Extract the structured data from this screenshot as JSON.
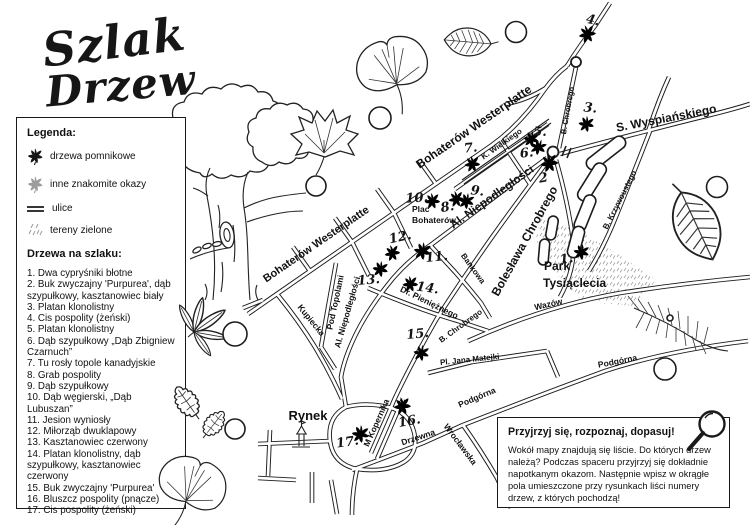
{
  "title": {
    "line1": "Szlak",
    "line2": "Drzew"
  },
  "legend": {
    "heading": "Legenda:",
    "items": [
      {
        "icon": "dark-leaf-icon",
        "label": "drzewa pomnikowe"
      },
      {
        "icon": "gray-leaf-icon",
        "label": "inne znakomite okazy"
      },
      {
        "icon": "double-line-icon",
        "label": "ulice"
      },
      {
        "icon": "stipple-icon",
        "label": "tereny zielone"
      }
    ],
    "trail_heading": "Drzewa na szlaku:",
    "trail_items": [
      "1. Dwa cypryśniki błotne",
      "2. Buk zwyczajny 'Purpurea', dąb szypułkowy, kasztanowiec biały",
      "3. Platan klonolistny",
      "4. Cis pospolity (żeński)",
      "5. Platan klonolistny",
      "6. Dąb szypułkowy „Dąb Zbigniew Czarnuch”",
      "7. Tu rosły topole kanadyjskie",
      "8. Grab pospolity",
      "9. Dąb szypułkowy",
      "10. Dąb węgierski, „Dąb Lubuszan”",
      "11. Jesion wyniosły",
      "12. Miłorząb dwuklapowy",
      "13. Kasztanowiec czerwony",
      "14. Platan klonolistny, dąb szypułkowy, kasztanowiec czerwony",
      "15. Buk zwyczajny 'Purpurea'",
      "16. Bluszcz pospolity (pnącze)",
      "17. Cis pospolity (żeński)"
    ]
  },
  "map": {
    "streets": {
      "westerplatte": "Bohaterów Westerplatte",
      "niepodleglosci": "Al. Niepodległości",
      "chrobrego_full": "Bolesława Chrobrego",
      "chrobrego_short": "B. Chrobrego",
      "wyspianskiego": "S. Wyspiańskiego",
      "wielkiego": "K. Wielkiego",
      "bankowa": "Bankowa",
      "pieniezengo": "Dr. Pieniężnego",
      "kupiecka": "Kupiecka",
      "pod_topolami": "Pod Topolami",
      "kopernika": "M Kopernika",
      "drzewna": "Drzewna",
      "wroclawska": "Wrocławska",
      "podgorna": "Podgórna",
      "wazow": "Wazów",
      "matejki": "Pl. Jana Matejki",
      "krzywoustego": "B. Krzywoustego"
    },
    "places": {
      "plac_bohaterow_line1": "Plac",
      "plac_bohaterow_line2": "Bohaterów",
      "park_line1": "Park",
      "park_line2": "Tysiąclecia",
      "rynek": "Rynek"
    },
    "markers": [
      {
        "num": "1.",
        "type": "pomnikowe"
      },
      {
        "num": "2",
        "type": "inne"
      },
      {
        "num": "3.",
        "type": "pomnikowe"
      },
      {
        "num": "4.",
        "type": "pomnikowe"
      },
      {
        "num": "5.",
        "type": "pomnikowe"
      },
      {
        "num": "6.",
        "type": "pomnikowe"
      },
      {
        "num": "7.",
        "type": "inne"
      },
      {
        "num": "8.",
        "type": "pomnikowe"
      },
      {
        "num": "9.",
        "type": "pomnikowe"
      },
      {
        "num": "10.",
        "type": "pomnikowe"
      },
      {
        "num": "11.",
        "type": "pomnikowe"
      },
      {
        "num": "12.",
        "type": "inne"
      },
      {
        "num": "13.",
        "type": "inne"
      },
      {
        "num": "14.",
        "type": "inne"
      },
      {
        "num": "15.",
        "type": "inne"
      },
      {
        "num": "16.",
        "type": "pomnikowe"
      },
      {
        "num": "17.",
        "type": "pomnikowe"
      }
    ],
    "decorations": [
      "tree-sketch",
      "maple-leaf",
      "ginkgo-leaf-top",
      "beech-leaf",
      "hornbeam-leaf",
      "yew-branch",
      "horse-chestnut-leaf",
      "oak-leaves",
      "ginkgo-leaf-bottom",
      "answer-circles",
      "church-icon",
      "magnifier-icon"
    ]
  },
  "task_box": {
    "heading": "Przyjrzyj się, rozpoznaj, dopasuj!",
    "body": "Wokół mapy znajdują się liście. Do których drzew należą? Podczas spaceru przyjrzyj się dokładnie napotkanym okazom. Następnie wpisz w okrągłe pola umieszczone przy rysunkach liści numery drzew, z których pochodzą!"
  },
  "colors": {
    "ink": "#1a1a1a",
    "gray_leaf": "#9c9c9c",
    "stipple": "#999999",
    "background": "#ffffff"
  }
}
